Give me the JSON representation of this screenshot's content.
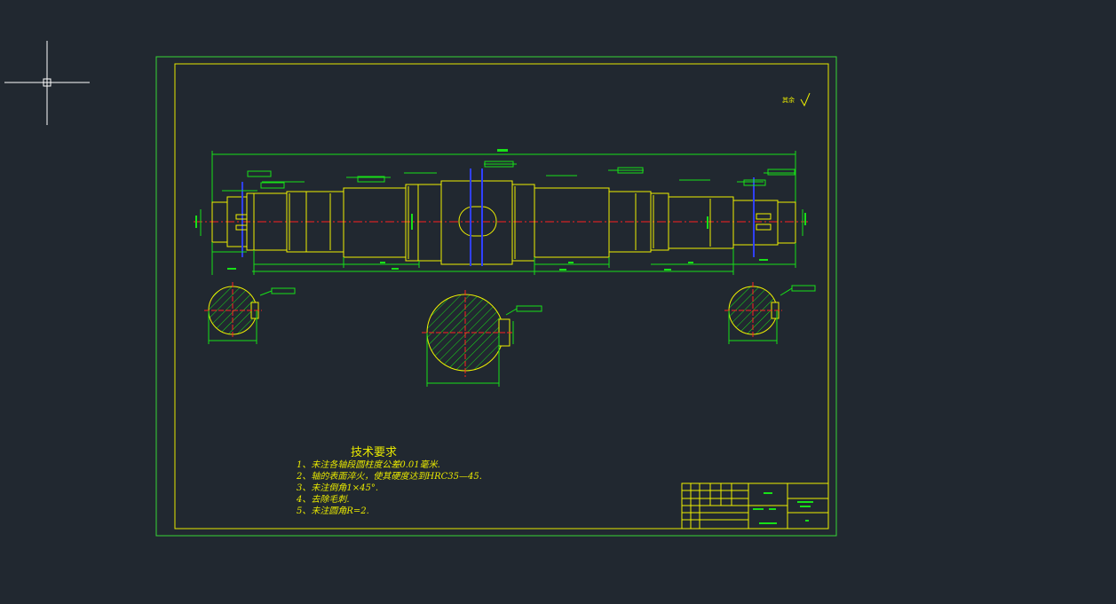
{
  "drawing": {
    "roughness_note": "其余 ",
    "technical_requirements": {
      "title": "技术要求",
      "items": [
        "1、未注各轴段圆柱度公差0.01毫米.",
        "2、轴的表面淬火，使其硬度达到HRC35—45.",
        "3、未注倒角1×45°.",
        "4、去除毛刺.",
        "5、未注圆角R=2."
      ]
    }
  },
  "colors": {
    "background": "#212830",
    "frame_outer": "#36d636",
    "frame_inner": "#e8e800",
    "outline": "#f0f000",
    "dimension": "#18e018",
    "centerline": "#ff2020",
    "hidden": "#3040ff",
    "hatch": "#18e018",
    "crosshair": "#ffffff"
  },
  "icons": {
    "cursor": "crosshair-cursor-icon"
  }
}
